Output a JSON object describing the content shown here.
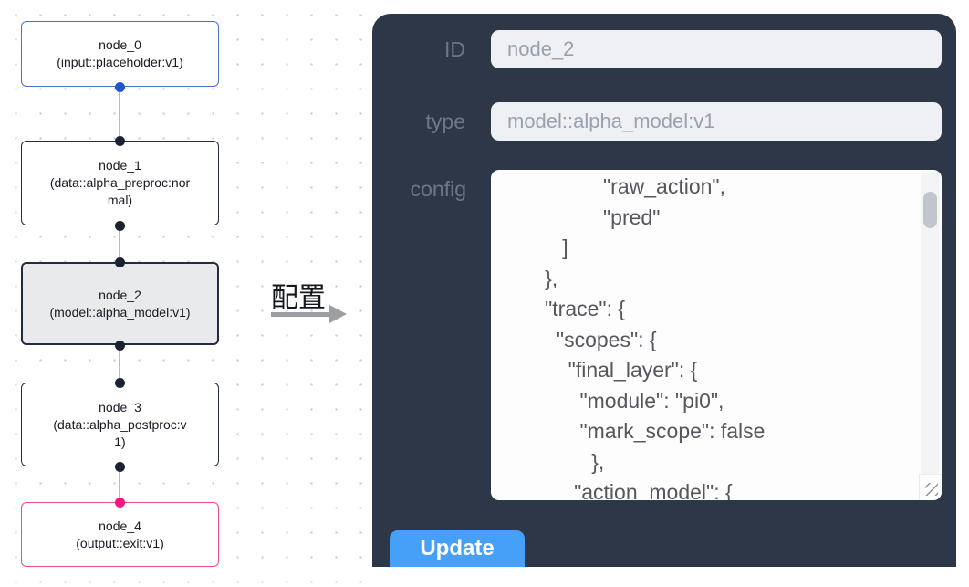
{
  "graph": {
    "nodes": [
      {
        "name": "node_0",
        "type": "(input::placeholder:v1)",
        "border_color": "#4a74c8",
        "port_color": "#2155cd",
        "selected": false
      },
      {
        "name": "node_1",
        "type": "(data::alpha_preproc:normal)",
        "border_color": "#252d3c",
        "port_color": "#1c2330",
        "selected": false
      },
      {
        "name": "node_2",
        "type": "(model::alpha_model:v1)",
        "border_color": "#252d3c",
        "port_color": "#1c2330",
        "selected": true
      },
      {
        "name": "node_3",
        "type": "(data::alpha_postproc:v1)",
        "border_color": "#252d3c",
        "port_color": "#1c2330",
        "selected": false
      },
      {
        "name": "node_4",
        "type": "(output::exit:v1)",
        "border_color": "#ee4b8c",
        "port_color": "#f2187f",
        "selected": false
      }
    ],
    "edge_color": "#b8bcc3",
    "selected_fill": "#e9eaec",
    "dot_grid_color": "#c9cdd3"
  },
  "transition": {
    "label": "配置",
    "arrow_color": "#9b9ea3"
  },
  "panel": {
    "background": "#2d3748",
    "label_color": "#6e7684",
    "fields": {
      "id": {
        "label": "ID",
        "value": "node_2"
      },
      "type": {
        "label": "type",
        "value": "model::alpha_model:v1"
      },
      "config": {
        "label": "config",
        "value": "                  \"raw_action\",\n                  \"pred\"\n           ]\n        },\n        \"trace\": {\n          \"scopes\": {\n            \"final_layer\": {\n              \"module\": \"pi0\",\n              \"mark_scope\": false\n                },\n             \"action_model\": {"
      }
    },
    "update_label": "Update",
    "button_color": "#47a0f8"
  }
}
